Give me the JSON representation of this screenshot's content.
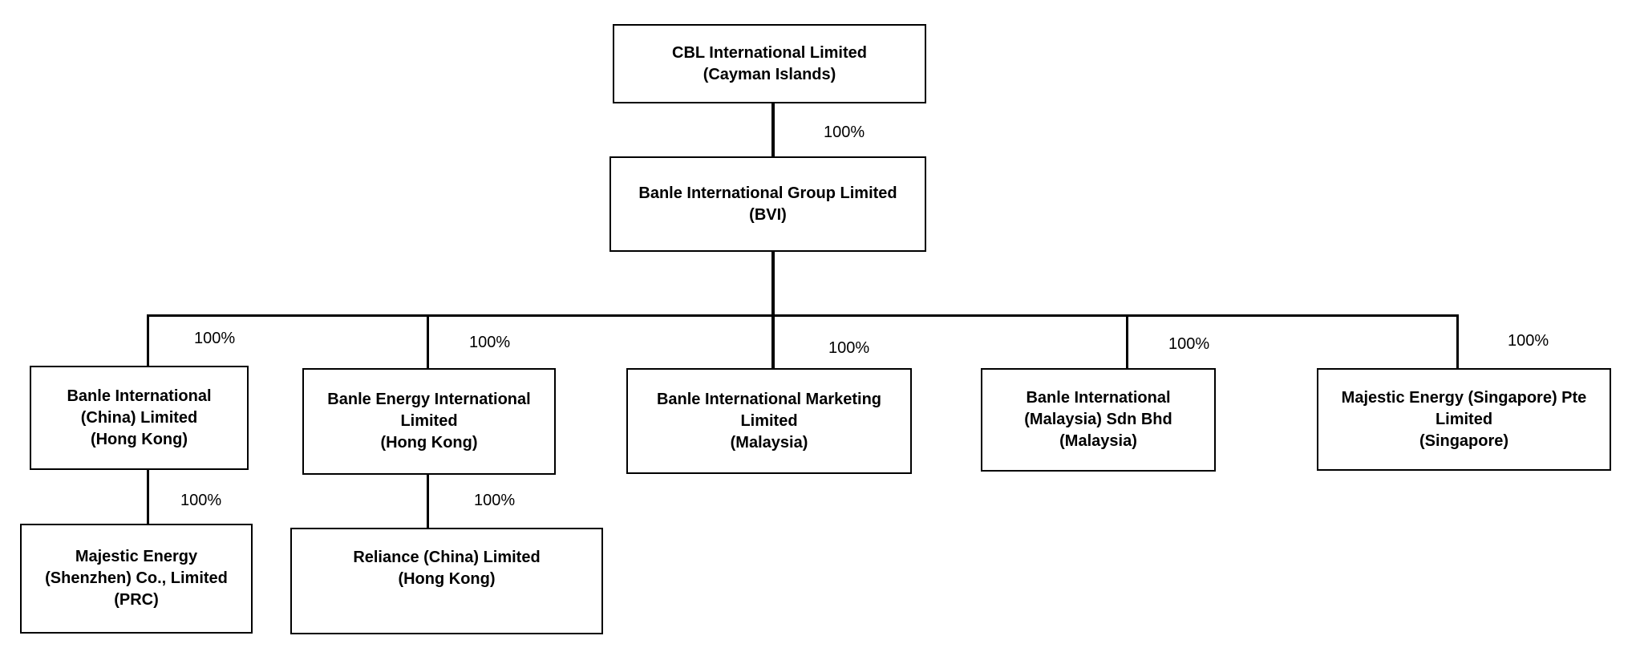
{
  "entities": {
    "cbl": {
      "line1": "CBL International Limited",
      "line2": "(Cayman Islands)"
    },
    "banle_group": {
      "line1": "Banle International Group Limited",
      "line2": "(BVI)"
    },
    "banle_china": {
      "line1": "Banle International",
      "line2": "(China) Limited",
      "line3": "(Hong Kong)"
    },
    "banle_energy": {
      "line1": "Banle Energy International",
      "line2": "Limited",
      "line3": "(Hong Kong)"
    },
    "banle_marketing": {
      "line1": "Banle International Marketing",
      "line2": "Limited",
      "line3": "(Malaysia)"
    },
    "banle_malaysia": {
      "line1": "Banle International",
      "line2": "(Malaysia) Sdn Bhd",
      "line3": "(Malaysia)"
    },
    "majestic_sg": {
      "line1": "Majestic Energy (Singapore) Pte",
      "line2": "Limited",
      "line3": "(Singapore)"
    },
    "majestic_sz": {
      "line1": "Majestic Energy",
      "line2": "(Shenzhen) Co., Limited",
      "line3": "(PRC)"
    },
    "reliance": {
      "line1": "Reliance (China) Limited",
      "line2": "(Hong Kong)"
    }
  },
  "ownership": {
    "cbl_to_group": "100%",
    "group_to_china": "100%",
    "group_to_energy": "100%",
    "group_to_marketing": "100%",
    "group_to_malaysia": "100%",
    "group_to_singapore": "100%",
    "china_to_shenzhen": "100%",
    "energy_to_reliance": "100%"
  }
}
